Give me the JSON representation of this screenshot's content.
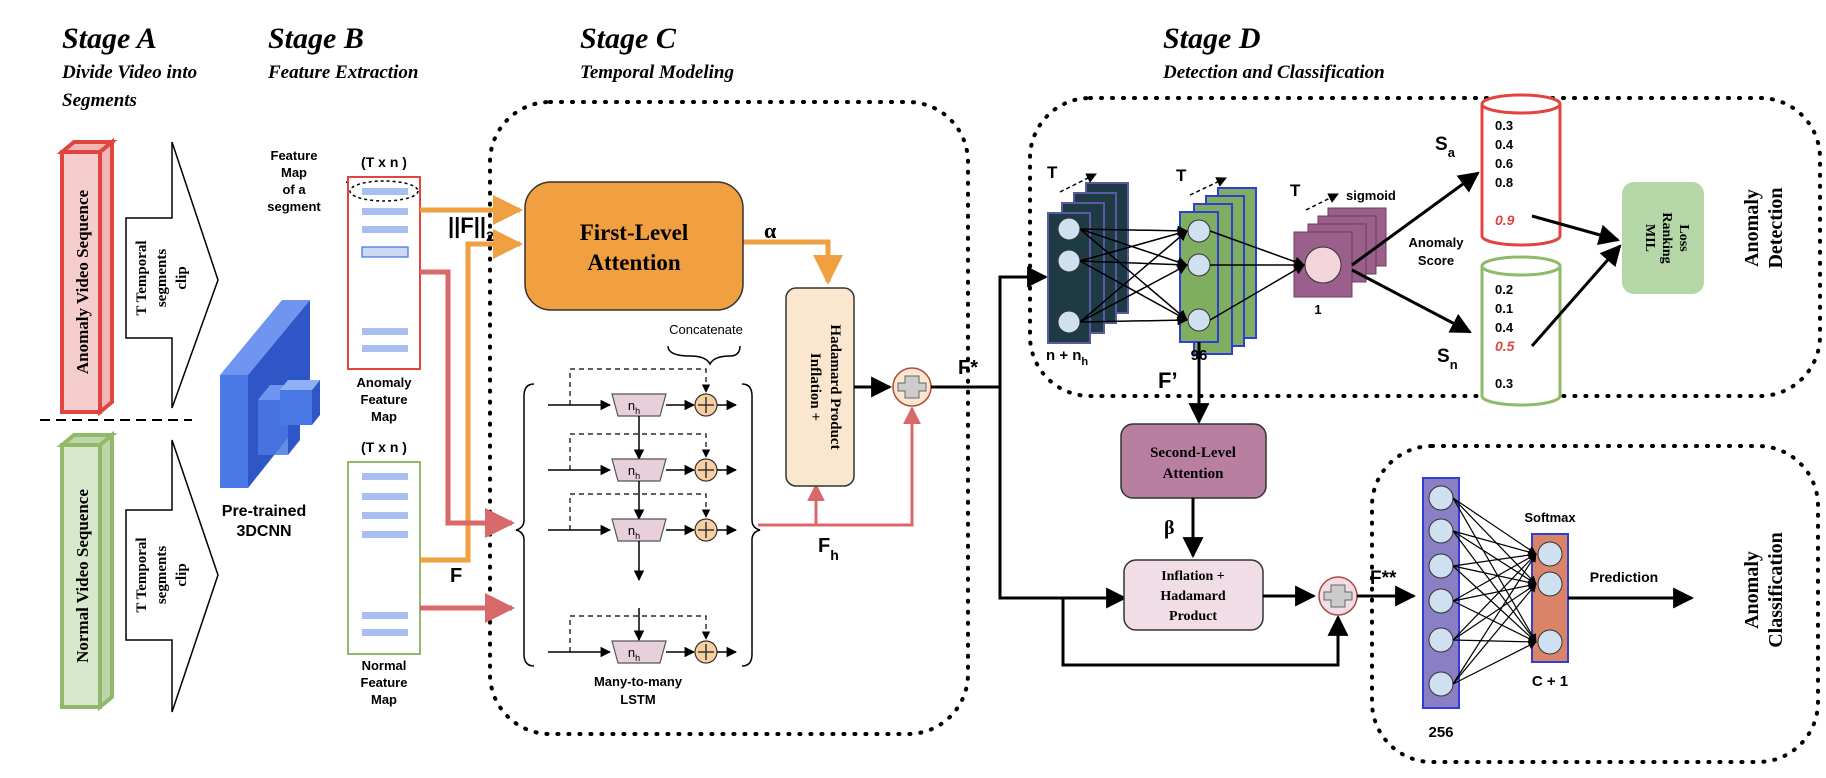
{
  "stages": {
    "a": {
      "title": "Stage A",
      "line1": "Divide Video into",
      "line2": "Segments"
    },
    "b": {
      "title": "Stage B",
      "subtitle": "Feature Extraction"
    },
    "c": {
      "title": "Stage C",
      "subtitle": "Temporal Modeling"
    },
    "d": {
      "title": "Stage D",
      "subtitle": "Detection and Classification"
    }
  },
  "inputs": {
    "anomaly_sequence": "Anomaly Video Sequence",
    "normal_sequence": "Normal Video Sequence",
    "segments_line1": "T Temporal",
    "segments_line2": "segments",
    "segments_line3": "clip"
  },
  "backbone": {
    "line1": "Pre-trained",
    "line2": "3DCNN"
  },
  "feature_maps": {
    "annotation": [
      "Feature",
      "Map",
      "of a",
      "segment"
    ],
    "dims": "(T x n  )",
    "anomaly_label": [
      "Anomaly",
      "Feature",
      "Map"
    ],
    "normal_label": [
      "Normal",
      "Feature",
      "Map"
    ],
    "f_label": "F",
    "norm_label": "||F||",
    "norm_sub": "2"
  },
  "temporal": {
    "first_attention_line1": "First-Level",
    "first_attention_line2": "Attention",
    "alpha": "α",
    "concatenate": "Concatenate",
    "lstm_cell": "n",
    "lstm_cell_sub": "h",
    "lstm_line1": "Many-to-many",
    "lstm_line2": "LSTM",
    "inflation_line1": "Inflation +",
    "inflation_line2": "Hadamard Product",
    "fh_label": "F",
    "fh_sub": "h"
  },
  "detection": {
    "f_star": "F*",
    "t_label": "T",
    "layer1_bottom": "n  + n",
    "layer1_sub": "h",
    "layer2_bottom": "96",
    "sigmoid": "sigmoid",
    "layer3_bottom": "1",
    "anomaly_score_line1": "Anomaly",
    "anomaly_score_line2": "Score",
    "sa": "S",
    "sa_sub": "a",
    "sn": "S",
    "sn_sub": "n",
    "sa_scores": [
      "0.3",
      "0.4",
      "0.6",
      "0.8"
    ],
    "sa_highlight": "0.9",
    "sn_scores": [
      "0.2",
      "0.1",
      "0.4"
    ],
    "sn_highlight": "0.5",
    "sn_last": "0.3",
    "mil_line1": "MIL",
    "mil_line2": "Ranking",
    "mil_line3": "Loss",
    "side_line1": "Anomaly",
    "side_line2": "Detection"
  },
  "classification": {
    "f_prime": "F’",
    "second_attention_line1": "Second-Level",
    "second_attention_line2": "Attention",
    "beta": "β",
    "inflation_line1": "Inflation +",
    "inflation_line2": "Hadamard",
    "inflation_line3": "Product",
    "f_double_star": "F**",
    "softmax": "Softmax",
    "prediction": "Prediction",
    "layer_256": "256",
    "layer_c": "C + 1",
    "side_line1": "Anomaly",
    "side_line2": "Classification"
  },
  "colors": {
    "anomaly_red": "#e0463f",
    "normal_green": "#8fba6a",
    "cnn_blue": "#3f6fe0",
    "attention_orange": "#f0a040",
    "arrow_orange": "#f0a040",
    "arrow_red": "#d9686a",
    "inflation_fill": "#fbe7cf",
    "second_attention_fill": "#b97fa0",
    "mil_fill": "#b5d7a8"
  }
}
